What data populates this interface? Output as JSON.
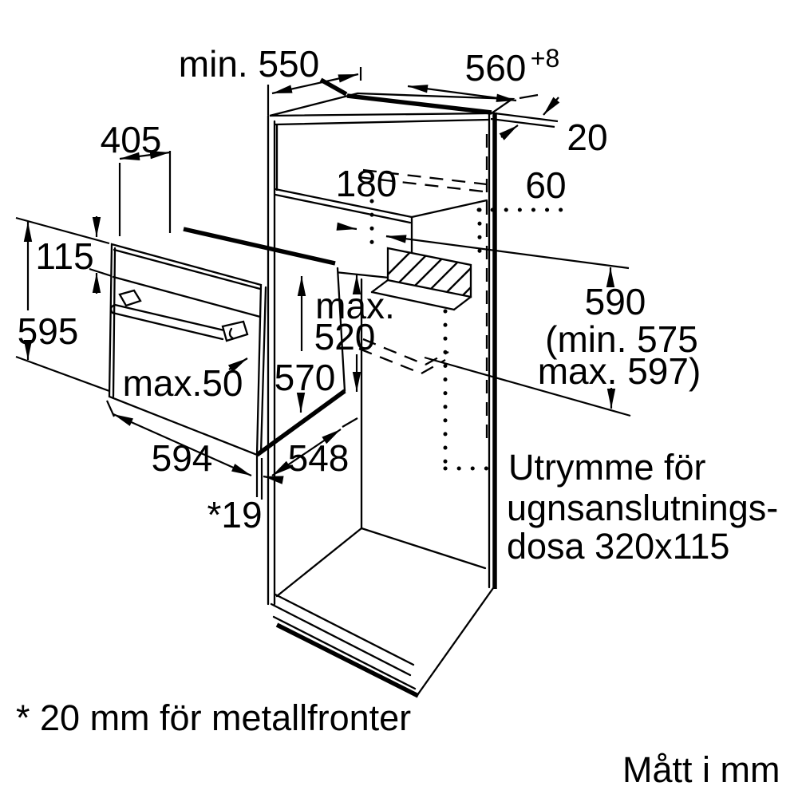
{
  "labels": {
    "cabinet_depth": "min. 550",
    "niche_width": "560",
    "niche_width_tolerance": "+8",
    "oven_top_depth": "405",
    "wall_thickness": "20",
    "upper_shelf_height": "180",
    "rear_clearance": "60",
    "control_panel_height": "115",
    "oven_height": "595",
    "max_prefix": "max.",
    "niche_depth": "520",
    "oven_depth": "570",
    "handle_protrusion": "max.50",
    "oven_width": "594",
    "oven_body_width": "548",
    "door_overlay": "*19",
    "niche_height": "590",
    "niche_height_min": "(min. 575",
    "niche_height_max": "max. 597)",
    "connection_note_line1": "Utrymme för",
    "connection_note_line2": "ugnsanslutnings-",
    "connection_note_line3": "dosa 320x115",
    "footnote": "* 20 mm för metallfronter",
    "units_note": "Mått i mm"
  },
  "colors": {
    "line": "#000000",
    "background": "#ffffff"
  }
}
